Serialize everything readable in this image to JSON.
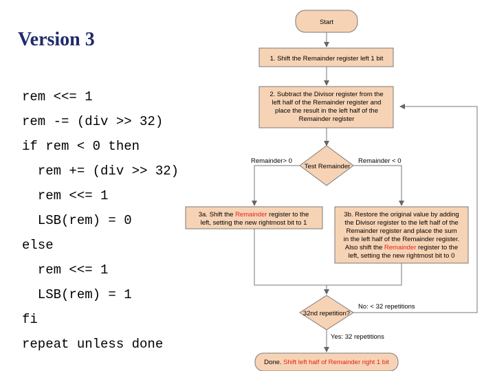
{
  "title": "Version 3",
  "code_lines": [
    "rem <<= 1",
    "rem -= (div >> 32)",
    "if rem < 0 then",
    "  rem += (div >> 32)",
    "  rem <<= 1",
    "  LSB(rem) = 0",
    "else",
    "  rem <<= 1",
    "  LSB(rem) = 1",
    "fi",
    "repeat unless done"
  ],
  "flowchart": {
    "start": "Start",
    "step1": "1. Shift the Remainder register left 1 bit",
    "step2": [
      "2. Subtract the Divisor register from the",
      "left half of the Remainder register and",
      "place the result in the left half of the",
      "Remainder register"
    ],
    "test": "Test Remainder",
    "branch_left": "Remainder> 0",
    "branch_right": "Remainder < 0",
    "step3a": {
      "line1_pre": "3a. Shift the ",
      "line1_red": "Remainder",
      "line1_post": " register to the",
      "line2": "left, setting the new rightmost bit to 1"
    },
    "step3b": {
      "line1": "3b. Restore the original value by adding",
      "line2": "the Divisor register to the left half of the",
      "line3": "Remainder register and place the sum",
      "line4": "in the left half of the Remainder register.",
      "line5_pre": "Also shift the ",
      "line5_red": "Remainder",
      "line5_post": " register to the",
      "line6": "left, setting the new rightmost bit to 0"
    },
    "repetition": "32nd repetition?",
    "no_label": "No:  < 32 repetitions",
    "yes_label": "Yes:  32 repetitions",
    "done": {
      "pre": "Done. ",
      "red": "Shift left half of Remainder right 1 bit"
    }
  },
  "colors": {
    "box_fill": "#f7d3b5",
    "box_border": "#7a7a7a",
    "highlight": "#e2231a",
    "title": "#1f2a6b"
  }
}
